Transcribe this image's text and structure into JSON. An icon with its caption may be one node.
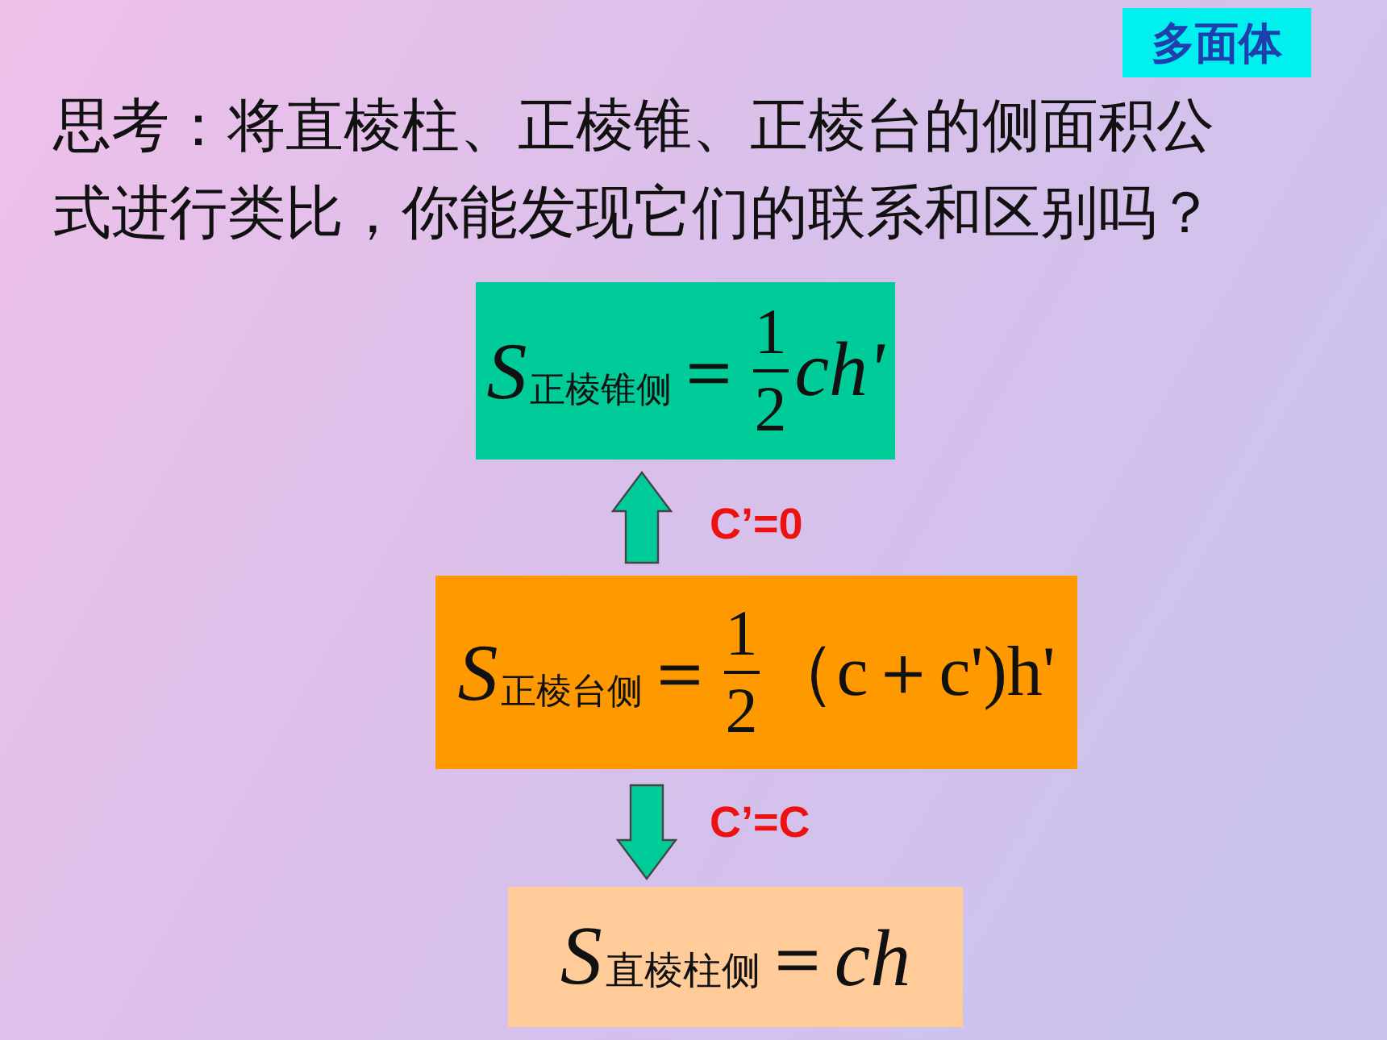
{
  "diagram": {
    "nodes": [
      {
        "text": [
          "多面体"
        ]
      },
      {
        "text": [
          "S",
          "正棱锥侧",
          "＝",
          "1",
          "2",
          "ch'"
        ]
      },
      {
        "text": [
          "S",
          "正棱台侧",
          "＝",
          "1",
          "2",
          "（c＋c')h'"
        ]
      },
      {
        "text": [
          "S",
          "直棱柱侧",
          "＝",
          "ch"
        ]
      }
    ],
    "edges": [
      {
        "from": 2,
        "to": 1,
        "arrow": "to",
        "label": "C’=0",
        "style": "thick"
      },
      {
        "from": 2,
        "to": 3,
        "arrow": "to",
        "label": "C’=C",
        "style": "thick"
      }
    ],
    "labels": [
      "思考：将直棱柱、正棱锥、正棱台的侧面积公式进行类比，你能发现它们的联系和区别吗？"
    ]
  }
}
